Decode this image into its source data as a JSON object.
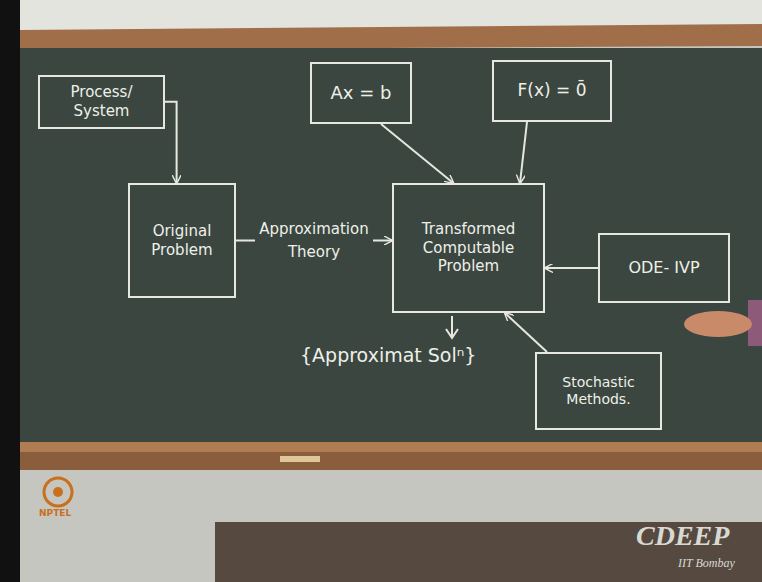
{
  "diagram": {
    "nodes": [
      {
        "text": [
          "Process/ System"
        ]
      },
      {
        "text": [
          "Ax = b"
        ]
      },
      {
        "text": [
          "F(x) = 0̄"
        ]
      },
      {
        "text": [
          "Original Problem"
        ]
      },
      {
        "text": [
          "Transformed Computable Problem"
        ]
      },
      {
        "text": [
          "ODE- IVP"
        ]
      },
      {
        "text": [
          "Stochastic Methods."
        ]
      }
    ],
    "edges": [
      {
        "from": 0,
        "to": 3,
        "arrow": "to"
      },
      {
        "from": 1,
        "to": 4,
        "arrow": "to"
      },
      {
        "from": 2,
        "to": 4,
        "arrow": "to"
      },
      {
        "from": 3,
        "to": 4,
        "label": "Approximation Theory",
        "arrow": "to"
      },
      {
        "from": 5,
        "to": 4,
        "arrow": "to"
      },
      {
        "from": 6,
        "to": 4,
        "arrow": "to"
      }
    ],
    "labels": [
      "{Approximat Solⁿ}",
      "NPTEL",
      "CDEEP",
      "IIT Bombay"
    ]
  }
}
